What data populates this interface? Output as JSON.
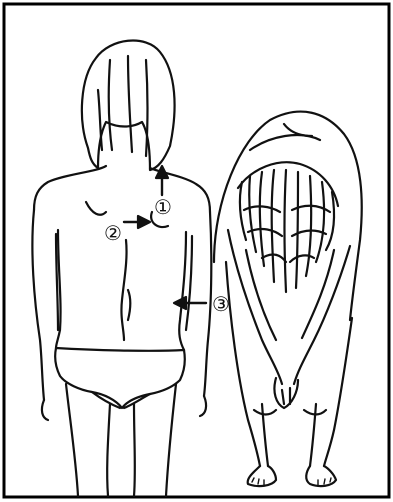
{
  "figure": {
    "frame_color": "#000000",
    "ink_color": "#111111",
    "paper_color": "#ffffff",
    "markers": [
      {
        "id": "marker-1",
        "label": "①",
        "icon": "arrow-up-icon"
      },
      {
        "id": "marker-2",
        "label": "②",
        "icon": "arrow-right-icon"
      },
      {
        "id": "marker-3",
        "label": "③",
        "icon": "arrow-left-icon"
      }
    ]
  }
}
